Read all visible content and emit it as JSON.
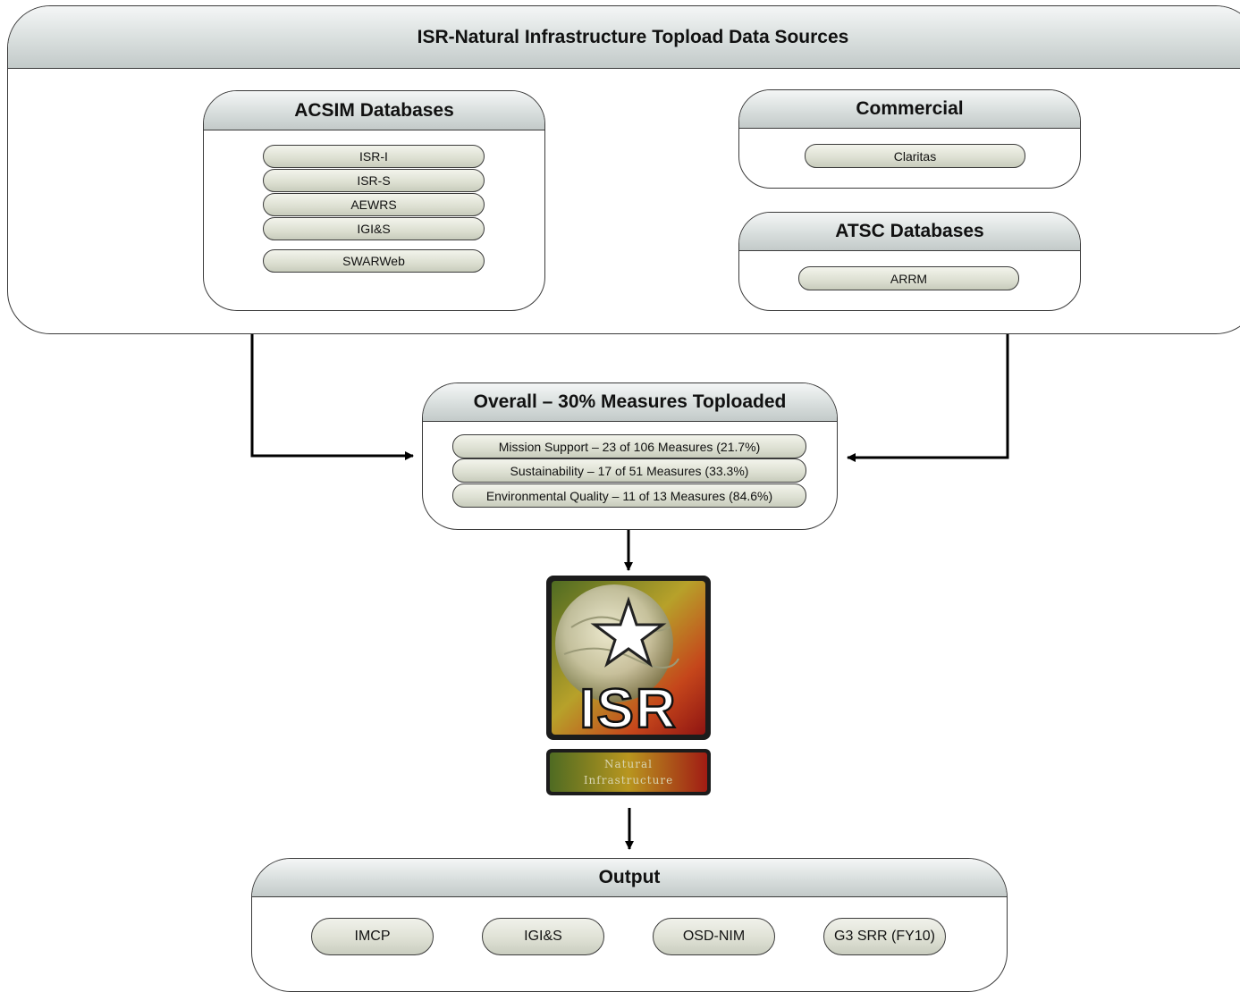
{
  "top_panel": {
    "title": "ISR-Natural Infrastructure Topload Data Sources"
  },
  "acsim": {
    "title": "ACSIM Databases",
    "items": [
      "ISR-I",
      "ISR-S",
      "AEWRS",
      "IGI&S",
      "SWARWeb"
    ]
  },
  "commercial": {
    "title": "Commercial",
    "items": [
      "Claritas"
    ]
  },
  "atsc": {
    "title": "ATSC Databases",
    "items": [
      "ARRM"
    ]
  },
  "overall": {
    "title": "Overall – 30% Measures Toploaded",
    "items": [
      "Mission Support – 23 of 106  Measures (21.7%)",
      "Sustainability – 17 of 51 Measures (33.3%)",
      "Environmental Quality – 11 of 13 Measures (84.6%)"
    ]
  },
  "logo": {
    "main_text": "ISR",
    "sub_text_line1": "Natural",
    "sub_text_line2": "Infrastructure",
    "icon": "star-globe-icon"
  },
  "output": {
    "title": "Output",
    "items": [
      "IMCP",
      "IGI&S",
      "OSD-NIM",
      "G3 SRR (FY10)"
    ]
  }
}
